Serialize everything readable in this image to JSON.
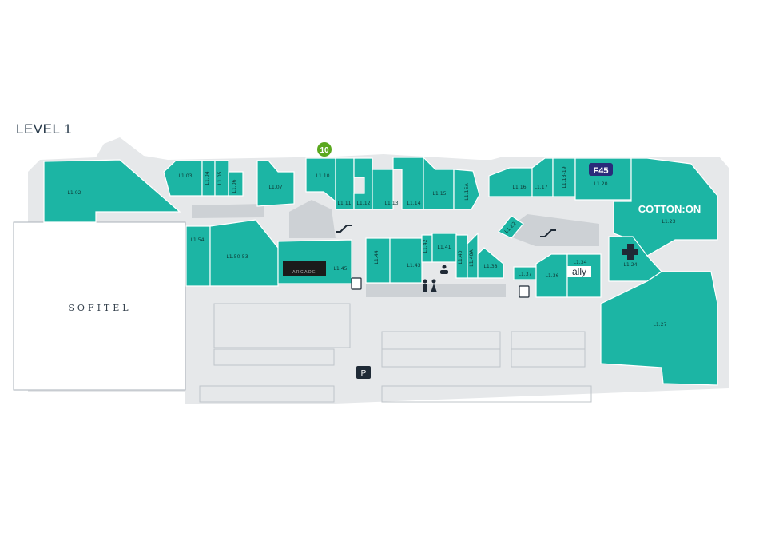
{
  "map": {
    "title": "LEVEL 1",
    "marker_number": "10",
    "hotel": "SOFITEL",
    "parking_symbol": "P",
    "brands": {
      "f45": "F45",
      "cotton_on": "COTTON:ON",
      "ally": "ally",
      "arcade": "ARCADE"
    },
    "colors": {
      "shop": "#1cb5a4",
      "void": "#cdd1d5",
      "floor": "#e6e8ea",
      "marker": "#5aa81e",
      "dark": "#1f2a36"
    },
    "shops": [
      "L1.02",
      "L1.03",
      "L1.04",
      "L1.05",
      "L1.06",
      "L1.07",
      "L1.10",
      "L1.11",
      "L1.12",
      "L1.13",
      "L1.14",
      "L1.15",
      "L1.15A",
      "L1.16",
      "L1.17",
      "L1.18-19",
      "L1.20",
      "L1.23",
      "L1.24",
      "L1.27",
      "L1.54",
      "L1.50-53",
      "L1.45",
      "L1.44",
      "L1.43",
      "L1.42",
      "L1.41",
      "L1.40",
      "L1.40A",
      "L1.38",
      "L1.37",
      "L1.36",
      "L1.34",
      "L1.22"
    ],
    "amenities": [
      "escalator-icon",
      "escalator-icon",
      "lift-icon",
      "lift-icon",
      "toilets-icon",
      "baby-change-icon",
      "first-aid-icon"
    ]
  }
}
